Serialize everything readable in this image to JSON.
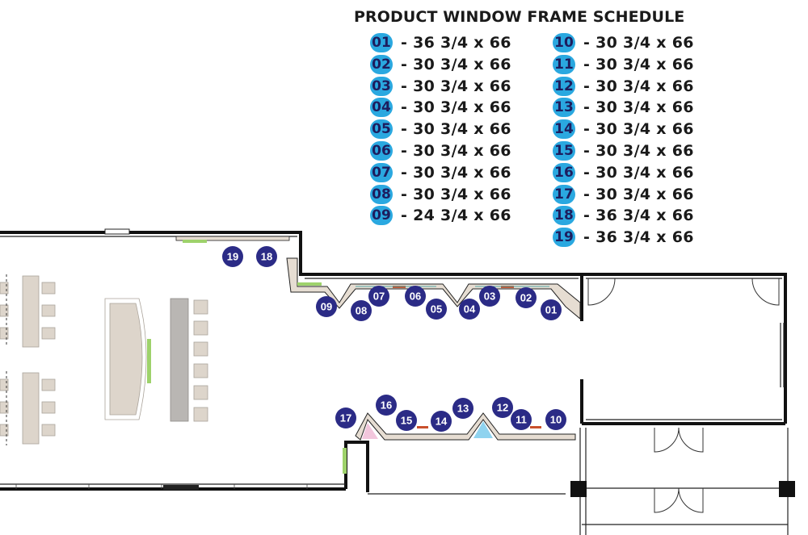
{
  "schedule": {
    "title": "PRODUCT WINDOW FRAME SCHEDULE",
    "entries": [
      {
        "id": "01",
        "size": "-  36 3/4  x 66"
      },
      {
        "id": "02",
        "size": "-  30 3/4  x 66"
      },
      {
        "id": "03",
        "size": "-  30 3/4  x 66"
      },
      {
        "id": "04",
        "size": "-  30 3/4  x 66"
      },
      {
        "id": "05",
        "size": "-  30 3/4  x 66"
      },
      {
        "id": "06",
        "size": "-  30 3/4  x 66"
      },
      {
        "id": "07",
        "size": "-  30 3/4  x 66"
      },
      {
        "id": "08",
        "size": "-  30 3/4  x 66"
      },
      {
        "id": "09",
        "size": "-  24 3/4  x 66"
      },
      {
        "id": "10",
        "size": "-  30 3/4  x 66"
      },
      {
        "id": "11",
        "size": "-  30 3/4  x 66"
      },
      {
        "id": "12",
        "size": "-  30 3/4  x 66"
      },
      {
        "id": "13",
        "size": "-  30 3/4  x 66"
      },
      {
        "id": "14",
        "size": "-  30 3/4  x 66"
      },
      {
        "id": "15",
        "size": "-  30 3/4  x 66"
      },
      {
        "id": "16",
        "size": "-  30 3/4  x 66"
      },
      {
        "id": "17",
        "size": "-  30 3/4  x 66"
      },
      {
        "id": "18",
        "size": "-  36 3/4  x 66"
      },
      {
        "id": "19",
        "size": "-  36 3/4  x 66"
      }
    ]
  },
  "plan_markers": [
    "01",
    "02",
    "03",
    "04",
    "05",
    "06",
    "07",
    "08",
    "09",
    "10",
    "11",
    "12",
    "13",
    "14",
    "15",
    "16",
    "17",
    "18",
    "19"
  ],
  "colors": {
    "badge": "#2aa8e0",
    "badge_text": "#1d1d5e",
    "marker": "#2b2b86",
    "wall": "#111111",
    "furniture": "#ddd5cb",
    "counter": "#b9b6b3",
    "green_panel": "#9ed26b",
    "pink_fill": "#f2c6dc",
    "cyan_fill": "#8fd3ef",
    "red_accent": "#c9502c"
  }
}
